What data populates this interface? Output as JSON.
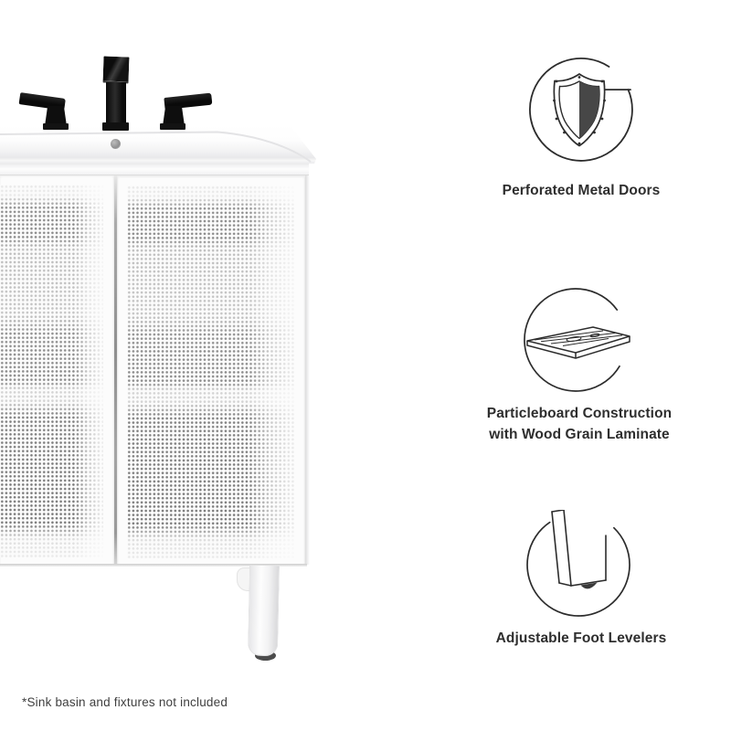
{
  "callouts": {
    "items": [
      {
        "icon": "shield-perforated-metal-icon",
        "label": "Perforated Metal Doors"
      },
      {
        "icon": "particleboard-icon",
        "label": "Particleboard Construction\nwith Wood Grain Laminate"
      },
      {
        "icon": "foot-leveler-icon",
        "label": "Adjustable Foot Levelers"
      }
    ]
  },
  "footnote": "*Sink basin and fixtures not included",
  "colors": {
    "icon_stroke": "#2c2c2c",
    "shield_fill": "#474747",
    "label_text": "#2e2e2e",
    "footnote_text": "#3f3f3f",
    "faucet_black": "#121212"
  }
}
